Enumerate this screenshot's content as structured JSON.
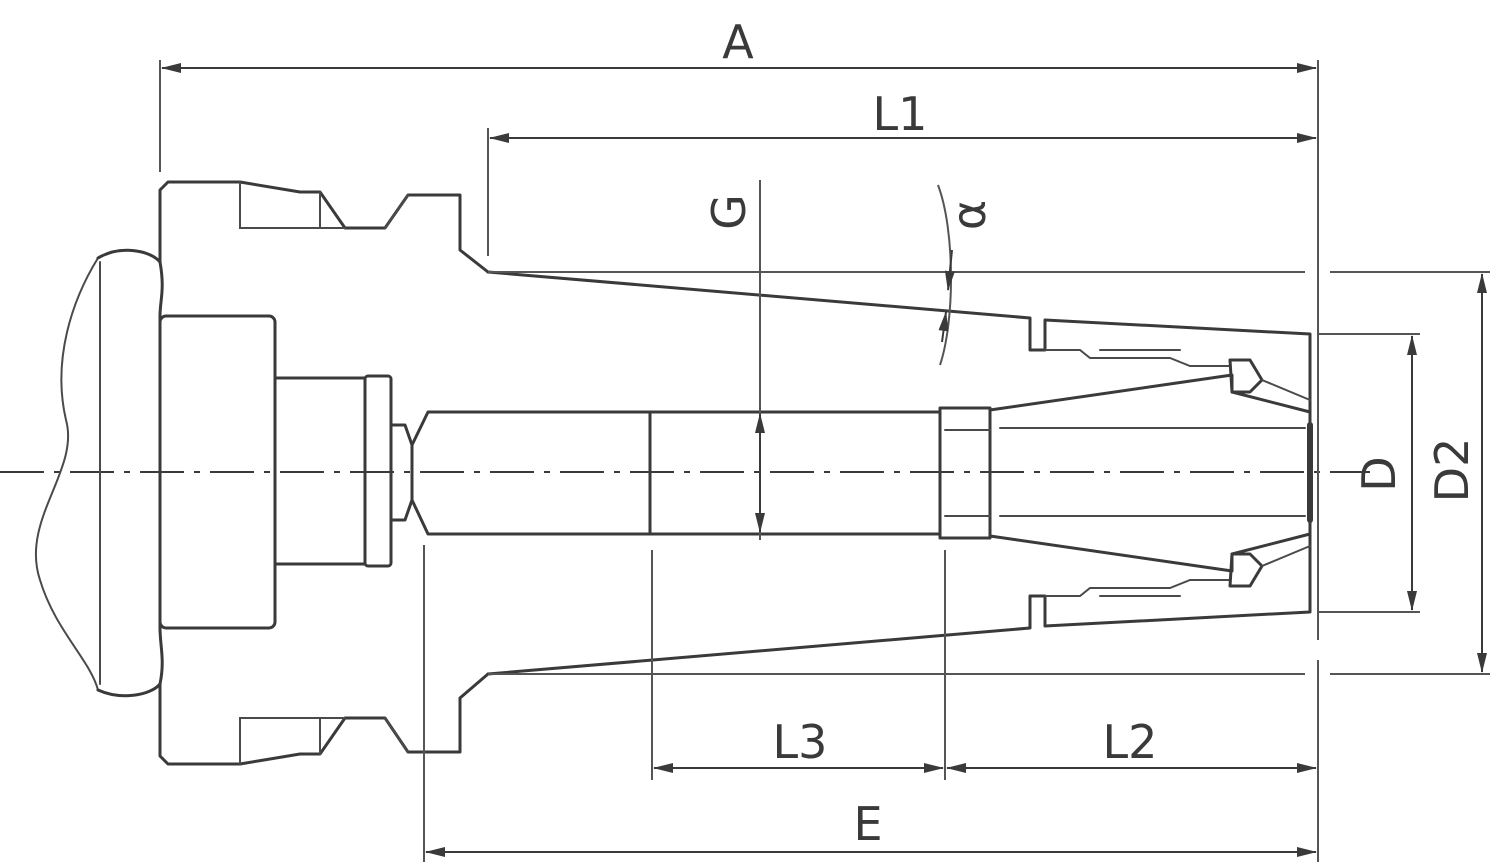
{
  "labels": {
    "A": "A",
    "L1": "L1",
    "G": "G",
    "alpha": "α",
    "D": "D",
    "D2": "D2",
    "L3": "L3",
    "L2": "L2",
    "E": "E"
  }
}
